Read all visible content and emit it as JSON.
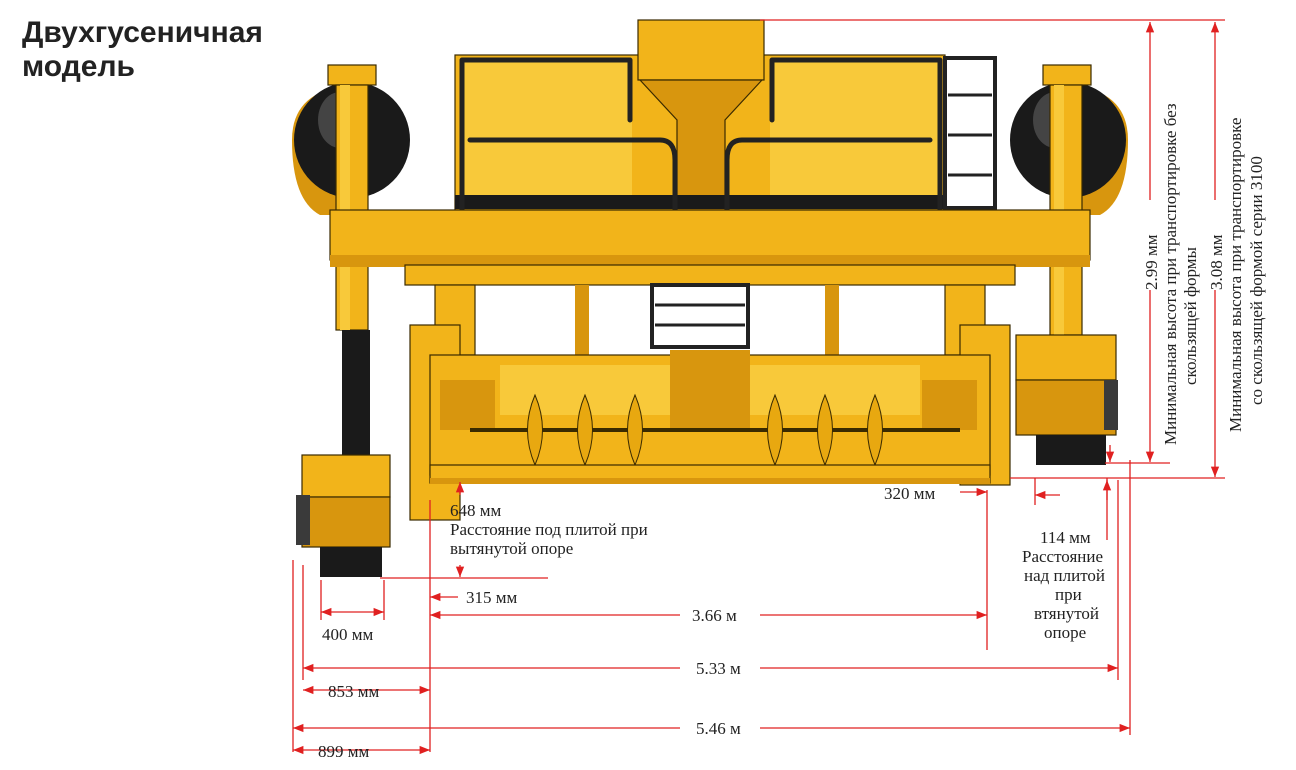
{
  "title_line1": "Двухгусеничная",
  "title_line2": "модель",
  "dimensions": {
    "d_648": "648 мм",
    "d_648_note1": "Расстояние под плитой при",
    "d_648_note2": "вытянутой опоре",
    "d_315": "315 мм",
    "d_400": "400 мм",
    "d_366": "3.66 м",
    "d_320": "320 мм",
    "d_114": "114 мм",
    "d_114_note1": "Расстояние",
    "d_114_note2": "над плитой",
    "d_114_note3": "при",
    "d_114_note4": "втянутой",
    "d_114_note5": "опоре",
    "d_533": "5.33 м",
    "d_853": "853 мм",
    "d_546": "5.46 м",
    "d_899": "899 мм",
    "h_299": "2.99 мм",
    "h_299_note1": "Минимальная высота при транспортировке без",
    "h_299_note2": "скользящей формы",
    "h_308": "3.08 мм",
    "h_308_note1": "Минимальная высота при транспортировке",
    "h_308_note2": "со скользящей формой серии 3100"
  },
  "colors": {
    "machine_yellow": "#f2b41a",
    "dimension_red": "#e02020",
    "track_black": "#1a1a1a"
  }
}
